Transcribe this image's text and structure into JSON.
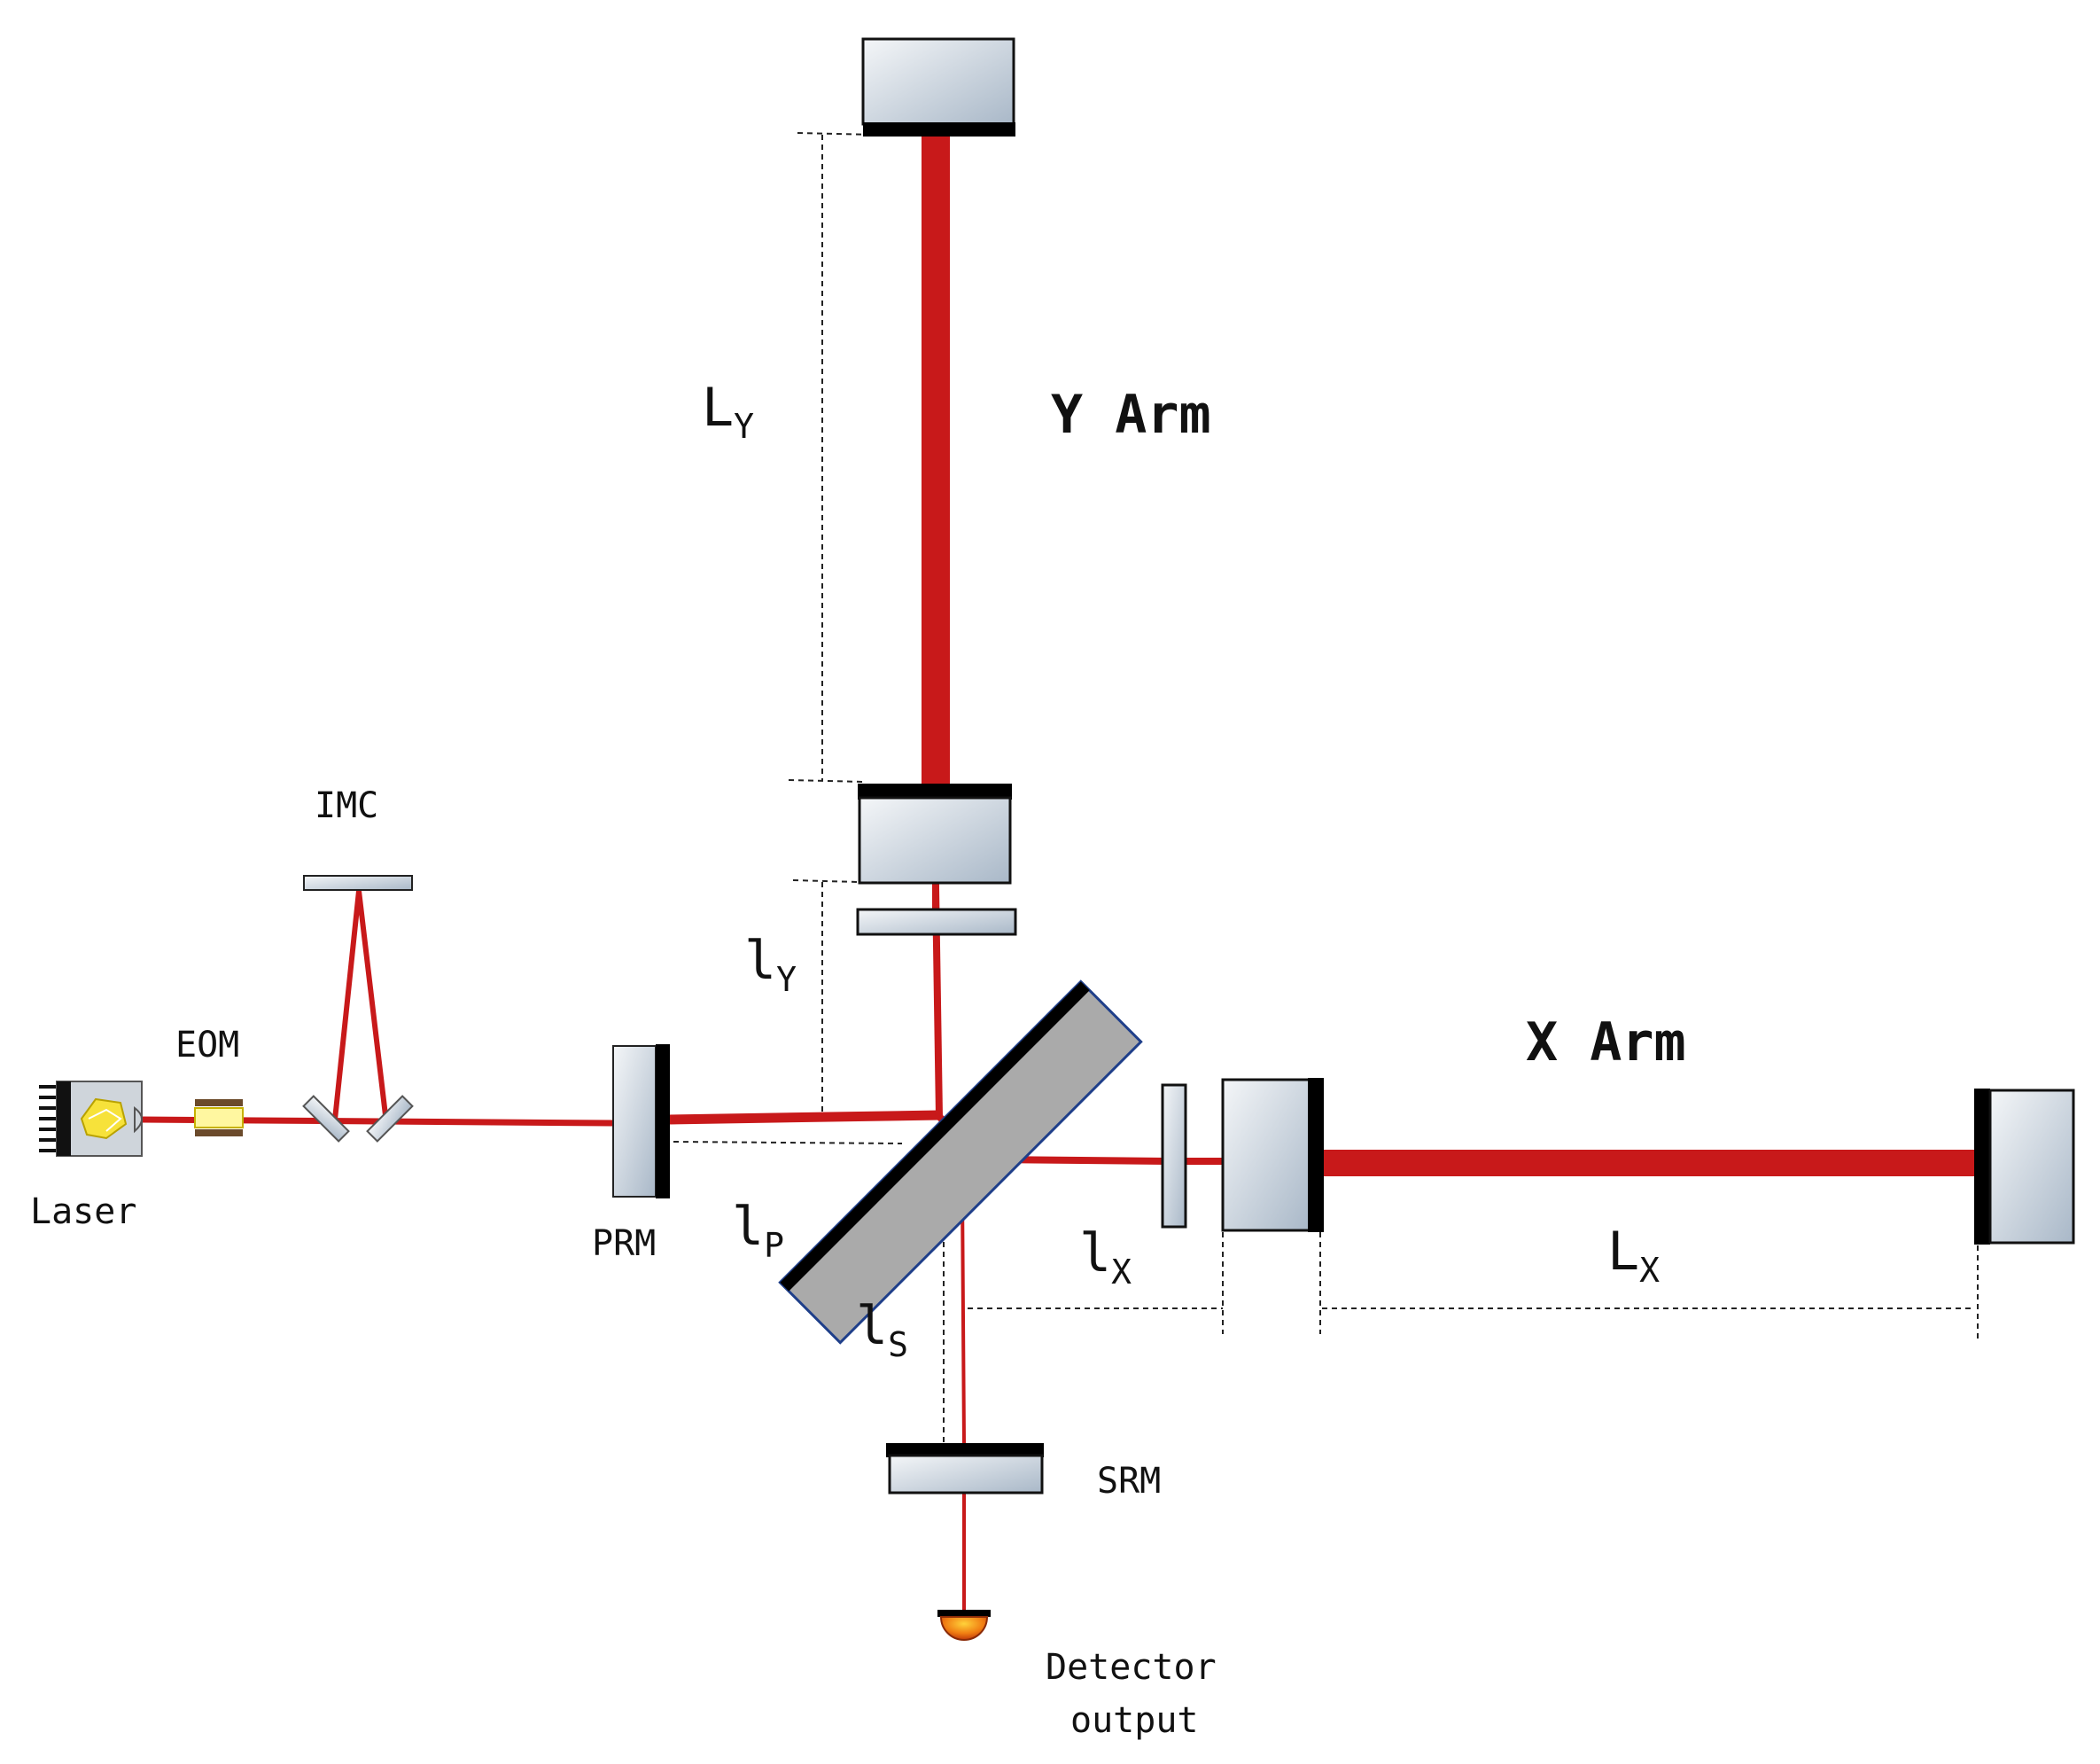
{
  "labels": {
    "y_arm": "Y Arm",
    "x_arm": "X Arm",
    "imc": "IMC",
    "eom": "EOM",
    "laser": "Laser",
    "prm": "PRM",
    "srm": "SRM",
    "detector_line1": "Detector",
    "detector_line2": "output"
  },
  "lengths": {
    "L_Y": {
      "main": "L",
      "sub": "Y"
    },
    "l_Y": {
      "main": "l",
      "sub": "Y"
    },
    "l_P": {
      "main": "l",
      "sub": "P"
    },
    "l_S": {
      "main": "l",
      "sub": "S"
    },
    "l_X": {
      "main": "l",
      "sub": "X"
    },
    "L_X": {
      "main": "L",
      "sub": "X"
    }
  },
  "colors": {
    "beam": "#c8191a",
    "coating": "#000000",
    "splitter": "#aaaaaa",
    "splitter_edge": "#1f3f8a",
    "mirror_light": "#f4f6f8",
    "mirror_dark": "#a9b8c8"
  }
}
